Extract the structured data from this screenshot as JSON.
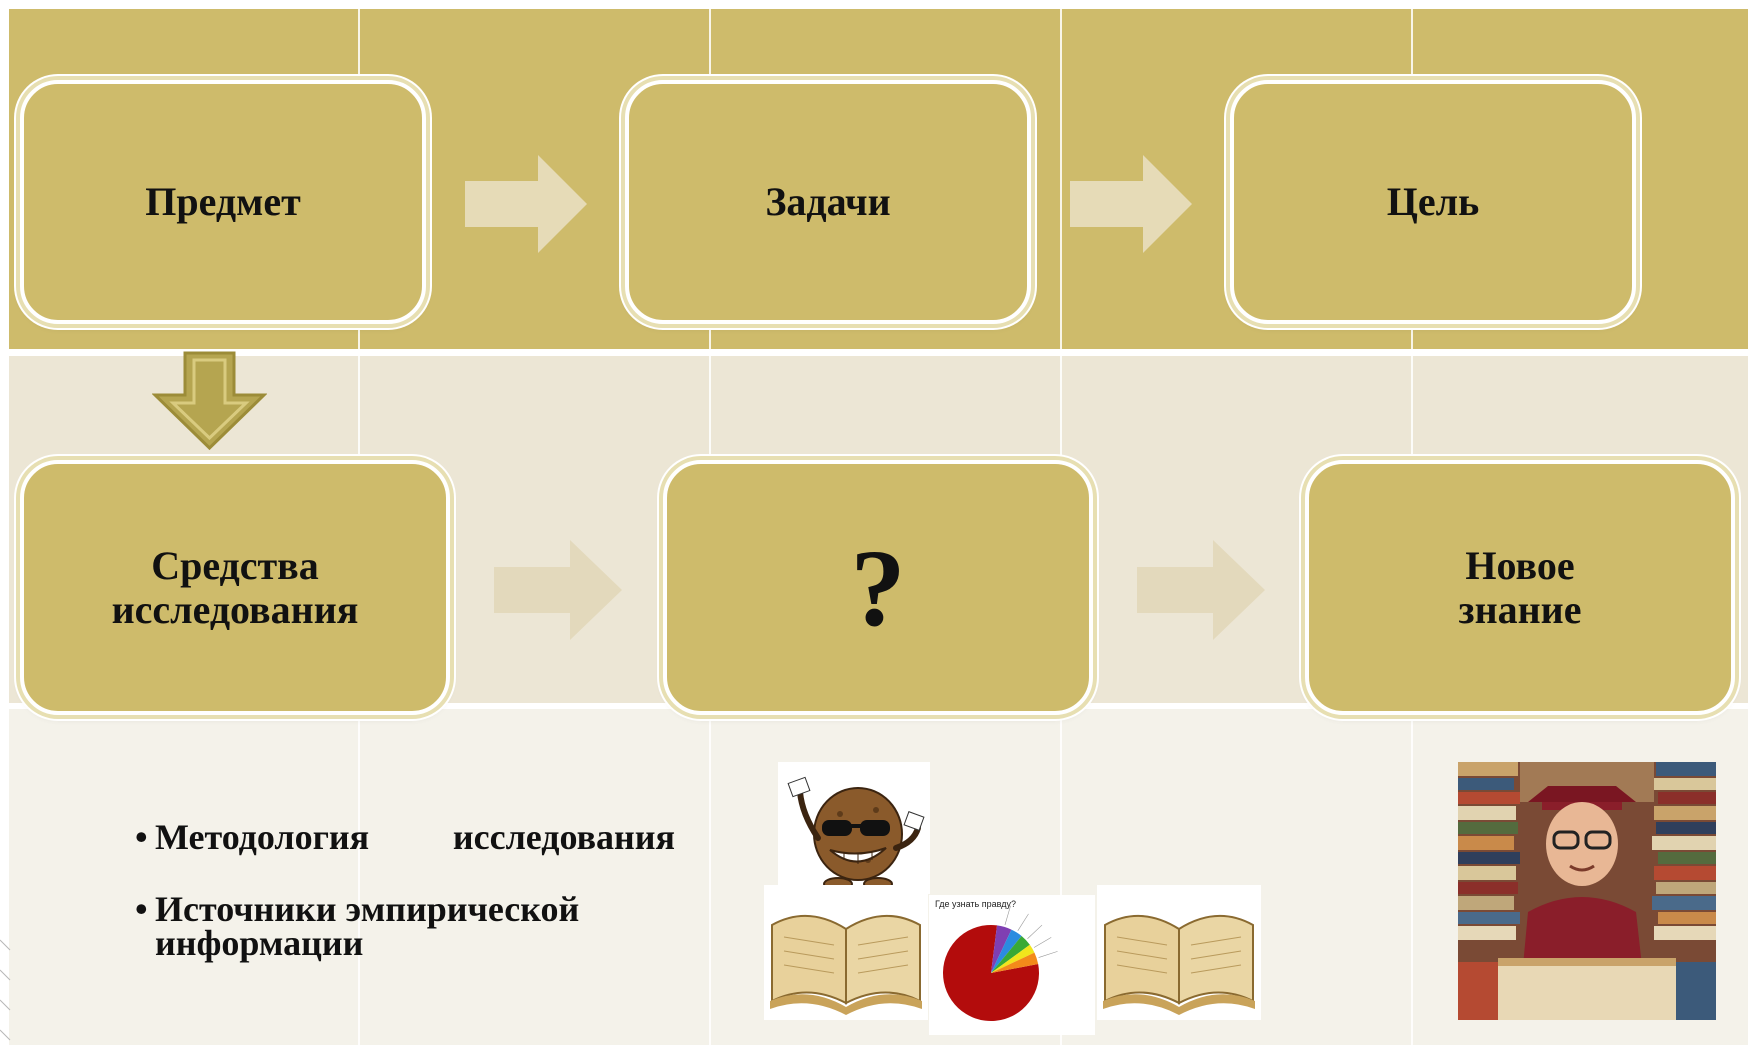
{
  "diagram": {
    "nodes": {
      "subject": "Предмет",
      "tasks": "Задачи",
      "goal": "Цель",
      "tools": "Средства\nисследования",
      "unknown": "?",
      "new_knowledge": "Новое\nзнание"
    },
    "bullets": {
      "item1_word1": "Методология",
      "item1_word2": "исследования",
      "item2": "Источники эмпирической\nинформации"
    },
    "pie_chart": {
      "title": "Где узнать правду?"
    },
    "colors": {
      "band_top": "#cebb6b",
      "band_mid": "#ece6d5",
      "band_bottom": "#f4f2ea",
      "node_fill": "#cebb6b",
      "arrow_fill": "#e6dbb7"
    }
  },
  "chart_data": {
    "type": "pie",
    "title": "Где узнать правду?",
    "values": [
      80,
      5,
      4,
      4,
      3,
      4
    ],
    "colors": [
      "#b30c0c",
      "#7f3fb2",
      "#2b8be0",
      "#39a935",
      "#f1e51c",
      "#f38a1a"
    ]
  }
}
